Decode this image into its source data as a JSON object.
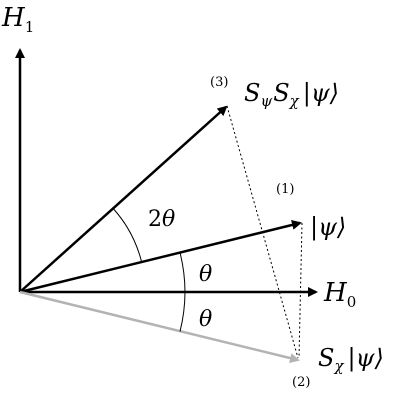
{
  "axes": {
    "vertical": {
      "symbol": "H",
      "subscript": "1"
    },
    "horizontal": {
      "symbol": "H",
      "subscript": "0"
    }
  },
  "vectors": {
    "psi": {
      "number": "(1)",
      "label": "|ψ⟩"
    },
    "reflected": {
      "number": "(2)",
      "op": "S",
      "op_sub": "χ",
      "label": "|ψ⟩"
    },
    "rotated": {
      "number": "(3)",
      "op1": "S",
      "op1_sub": "ψ",
      "op2": "S",
      "op2_sub": "χ",
      "label": "|ψ⟩"
    }
  },
  "angles": {
    "theta_upper": "θ",
    "theta_lower": "θ",
    "two_theta_num": "2",
    "two_theta_sym": "θ"
  },
  "colors": {
    "ink": "#000000",
    "reflected_vector": "#b3b3b3"
  }
}
